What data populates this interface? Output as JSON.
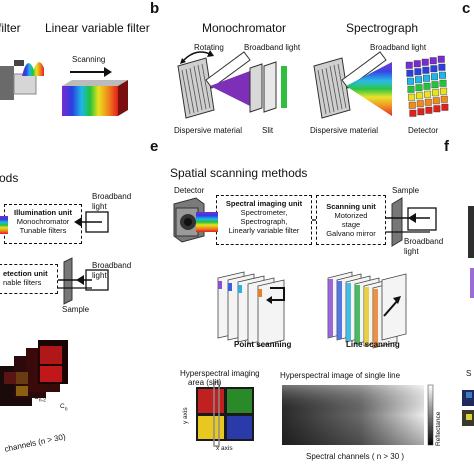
{
  "panel_a": {
    "title_1": "filter",
    "title_2": "Linear variable filter",
    "scanning": "Scanning"
  },
  "panel_b": {
    "letter": "b",
    "title_1": "Monochromator",
    "title_2": "Spectrograph",
    "rotating": "Rotating",
    "broadband_1": "Broadband light",
    "broadband_2": "Broadband light",
    "dispersive_1": "Dispersive material",
    "slit": "Slit",
    "dispersive_2": "Dispersive material",
    "detector": "Detector"
  },
  "panel_c": {
    "letter": "c"
  },
  "panel_d": {
    "title": "ods",
    "illum_title": "Illumination unit",
    "illum_l1": "Monochromator",
    "illum_l2": "Tunable filters",
    "broadband_l1": "Broadband",
    "broadband_l2": "light",
    "detect_title": "etection unit",
    "detect_l1": "nable filters",
    "sample": "Sample",
    "ch_n2": "C",
    "ch_n2_sub": "n-2",
    "ch_n1": "C",
    "ch_n1_sub": "n-1",
    "ch_n": "C",
    "ch_n_sub": "n",
    "channels": "channels (n > 30)"
  },
  "panel_e": {
    "letter": "e",
    "title": "Spatial scanning methods",
    "detector": "Detector",
    "sample": "Sample",
    "spectral_title": "Spectral imaging unit",
    "spectral_l1": "Spectrometer,",
    "spectral_l2": "Spectrograph,",
    "spectral_l3": "Linearly variable filter",
    "scan_title": "Scanning unit",
    "scan_l1": "Motorized",
    "scan_l2": "stage",
    "scan_l3": "Galvano mirror",
    "broadband_l1": "Broadband",
    "broadband_l2": "light",
    "point_scanning": "Point scanning",
    "line_scanning": "Line scanning",
    "hs_area_l1": "Hyperspectral imaging",
    "hs_area_l2": "area (slit)",
    "hs_line_title": "Hyperspectral image of single line",
    "y_axis": "y axis",
    "x_axis": "x axis",
    "reflectance": "Reflectance",
    "spectral_channels": "Spectral channels ( n > 30 )"
  },
  "panel_f": {
    "letter": "f",
    "partial": "S"
  }
}
